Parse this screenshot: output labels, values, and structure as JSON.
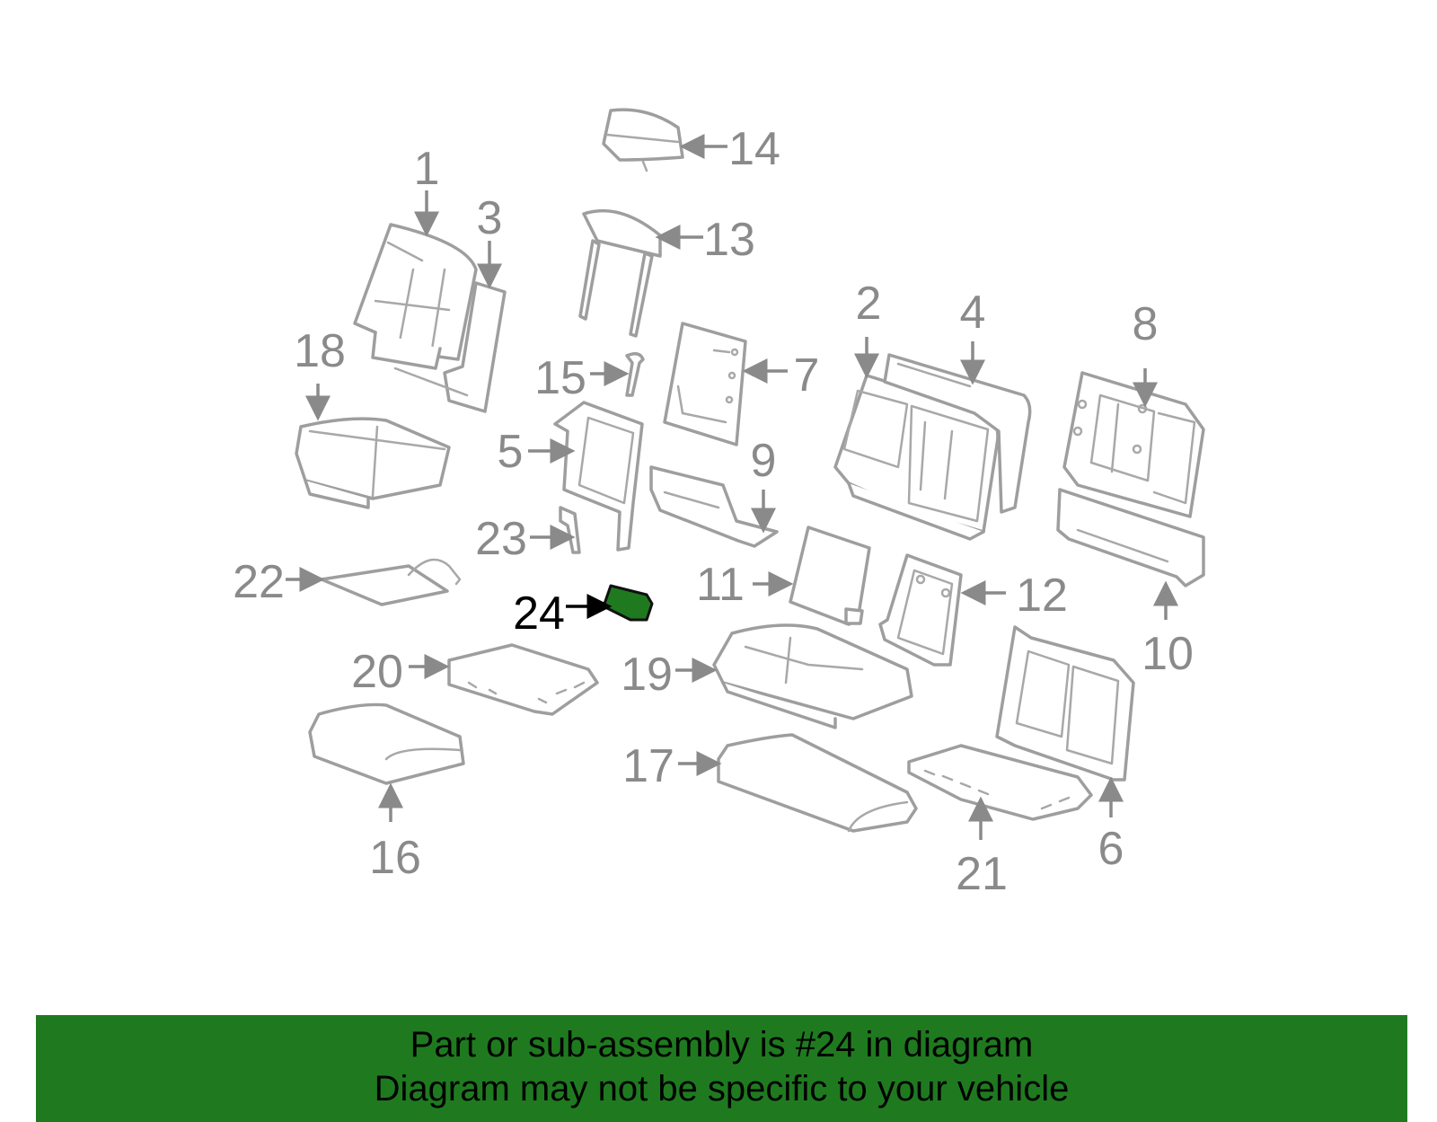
{
  "diagram": {
    "highlight_part": "24",
    "colors": {
      "outline": "#9e9e9e",
      "label": "#8a8a8a",
      "highlight_fill": "#1f7a1f",
      "highlight_label": "#000000"
    },
    "labels": [
      "1",
      "2",
      "3",
      "4",
      "5",
      "6",
      "7",
      "8",
      "9",
      "10",
      "11",
      "12",
      "13",
      "14",
      "15",
      "16",
      "17",
      "18",
      "19",
      "20",
      "21",
      "22",
      "23",
      "24"
    ]
  },
  "banner": {
    "background": "#1f7a1f",
    "line1": "Part or sub-assembly is #24 in diagram",
    "line2": "Diagram may not be specific to your vehicle"
  }
}
